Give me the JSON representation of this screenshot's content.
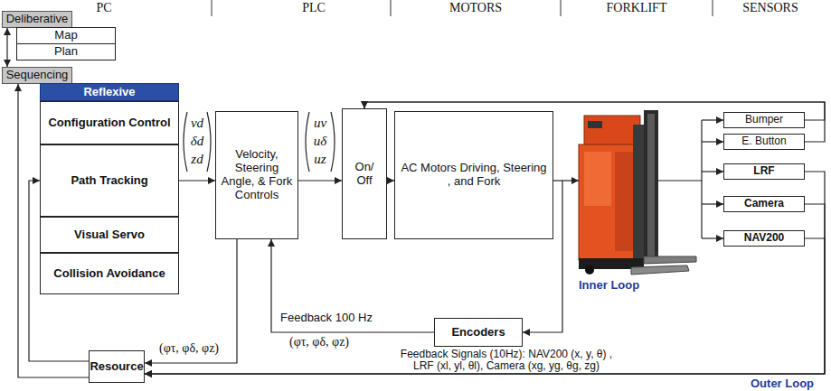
{
  "diagram": {
    "nodes": [
      {
        "text": [
          "Deliberative"
        ]
      },
      {
        "text": [
          "Map"
        ]
      },
      {
        "text": [
          "Plan"
        ]
      },
      {
        "text": [
          "Sequencing"
        ]
      },
      {
        "text": [
          "Reflexive"
        ]
      },
      {
        "text": [
          "Configuration Control"
        ]
      },
      {
        "text": [
          "Path Tracking"
        ]
      },
      {
        "text": [
          "Visual Servo"
        ]
      },
      {
        "text": [
          "Collision Avoidance"
        ]
      },
      {
        "text": [
          "Velocity, Steering Angle, & Fork Controls"
        ]
      },
      {
        "text": [
          "On/ Off"
        ]
      },
      {
        "text": [
          "AC Motors Driving, Steering , and Fork"
        ]
      },
      {
        "text": [
          "Encoders"
        ]
      },
      {
        "text": [
          "Bumper"
        ]
      },
      {
        "text": [
          "E. Button"
        ]
      },
      {
        "text": [
          "LRF"
        ]
      },
      {
        "text": [
          "Camera"
        ]
      },
      {
        "text": [
          "NAV200"
        ]
      },
      {
        "text": [
          "Resource"
        ]
      }
    ],
    "edges": [
      {
        "from": 0,
        "to": 3,
        "arrow": "both"
      },
      {
        "from": 6,
        "to": 9,
        "arrow": "to"
      },
      {
        "from": 9,
        "to": 10,
        "arrow": "to"
      },
      {
        "from": 10,
        "to": 11,
        "arrow": "to"
      },
      {
        "from": 12,
        "to": 9,
        "arrow": "to"
      },
      {
        "from": 13,
        "to": 10,
        "arrow": "to"
      },
      {
        "from": 14,
        "to": 10,
        "arrow": "to"
      },
      {
        "from": 15,
        "to": 18,
        "arrow": "to"
      },
      {
        "from": 16,
        "to": 18,
        "arrow": "to"
      },
      {
        "from": 17,
        "to": 18,
        "arrow": "to"
      },
      {
        "from": 9,
        "to": 18,
        "arrow": "to"
      },
      {
        "from": 18,
        "to": 3,
        "arrow": "to"
      },
      {
        "from": 18,
        "to": 6,
        "arrow": "to"
      }
    ],
    "labels": [
      "PC",
      "PLC",
      "MOTORS",
      "FORKLIFT",
      "SENSORS",
      "vd",
      "δd",
      "zd",
      "uv",
      "uδ",
      "uz",
      "Inner Loop",
      "Feedback 100 Hz",
      "(φτ, φδ, φz)",
      "(φτ, φδ, φz)",
      "Feedback Signals (10Hz): NAV200 (x, y, θ) , LRF (xl, yl, θl), Camera (xg, yg, θg, zg)",
      "Outer Loop"
    ]
  }
}
